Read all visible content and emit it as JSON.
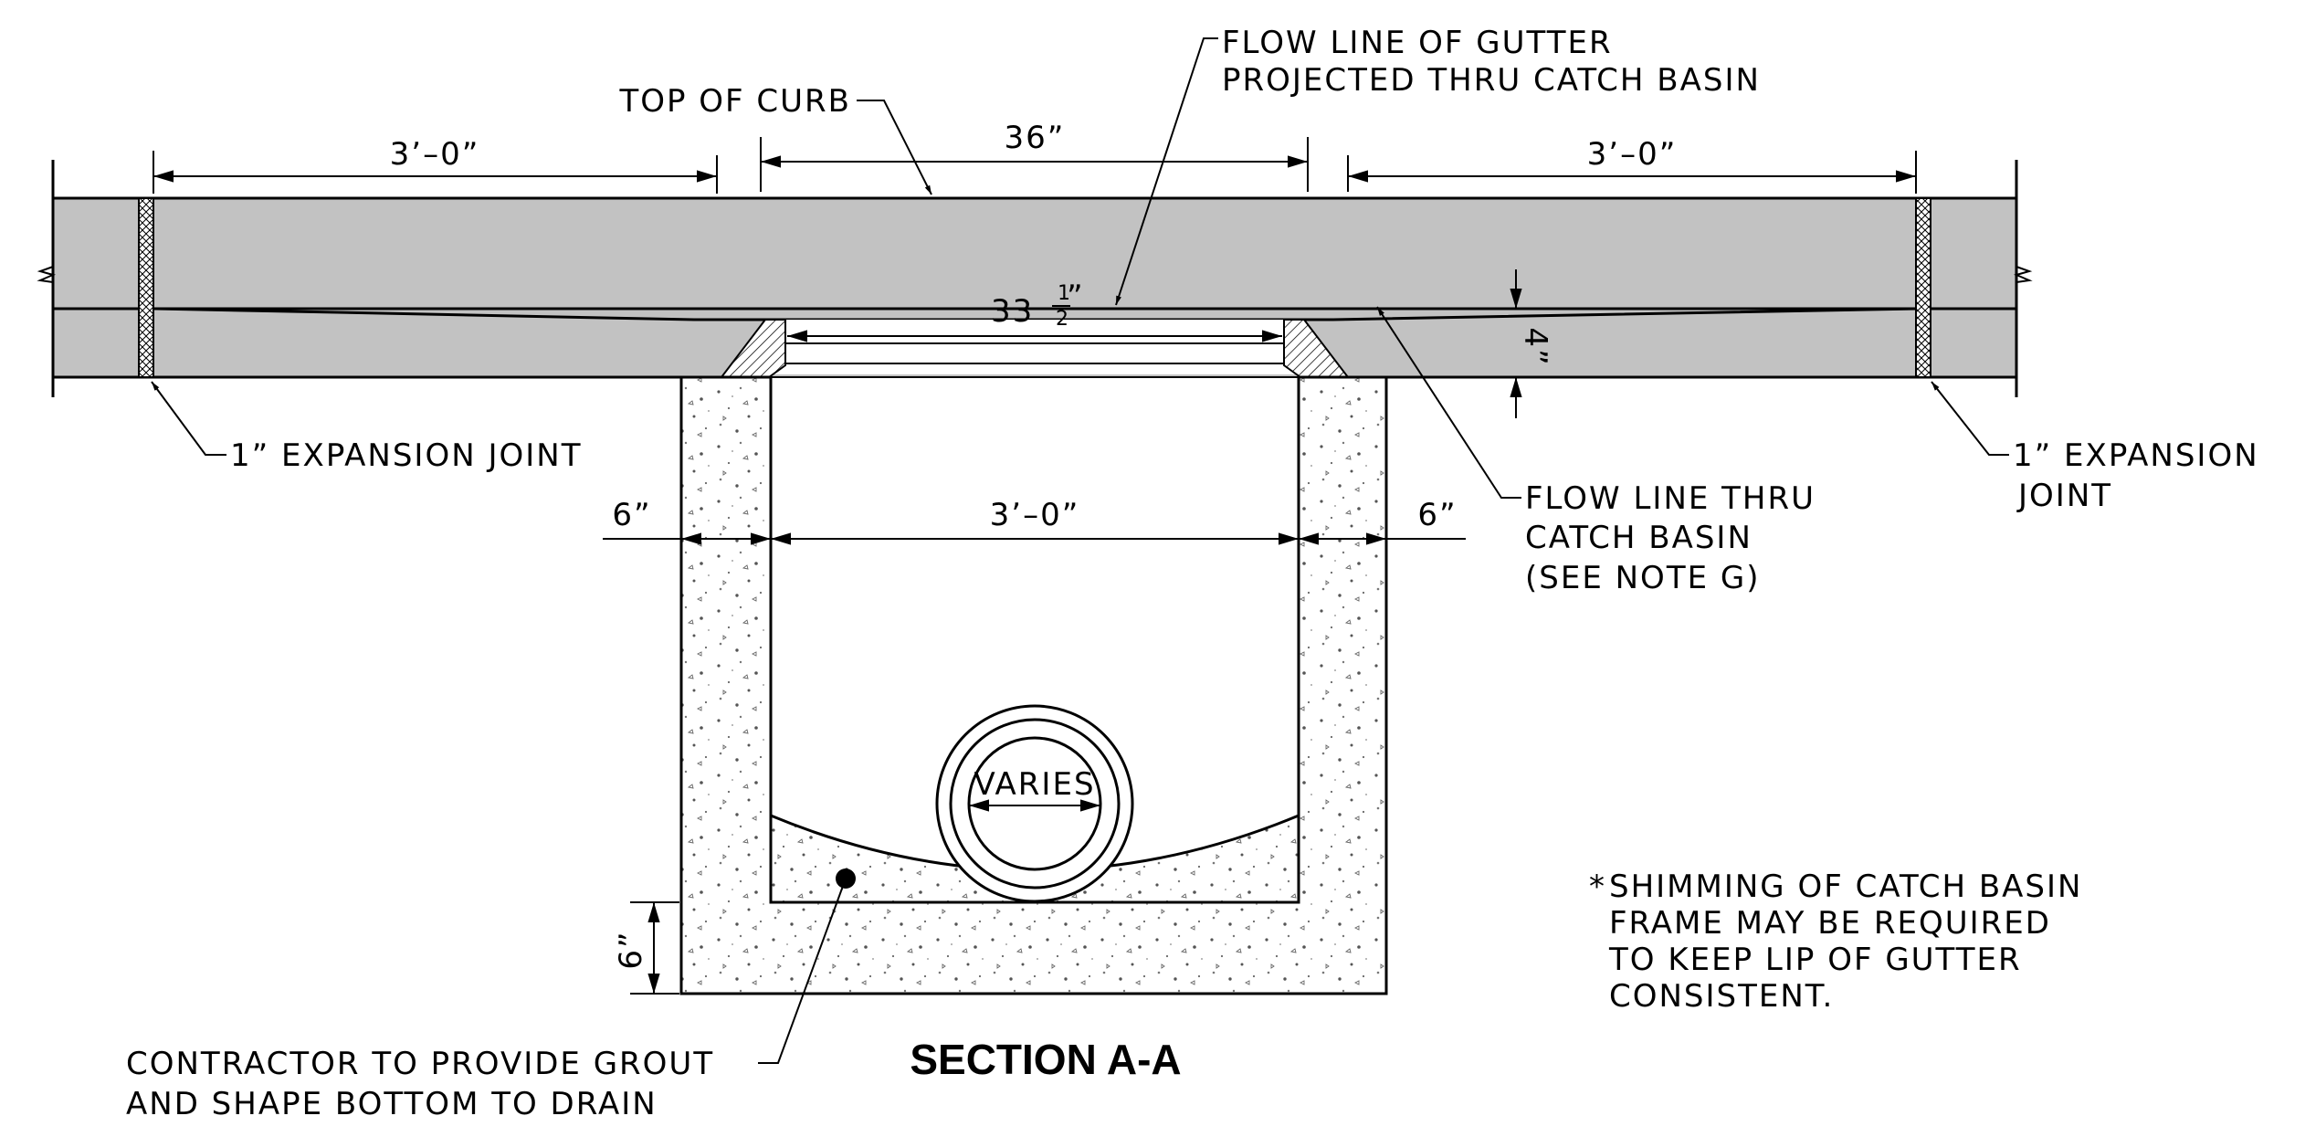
{
  "title": "SECTION A-A",
  "dims": {
    "left_span": "3’–0”",
    "center_span": "36”",
    "right_span": "3’–0”",
    "inner_span": "33",
    "inner_frac_num": "1",
    "inner_frac_den": "2",
    "inner_frac_mark": "”",
    "gutter_depth": "4”",
    "left_wall": "6”",
    "basin_width": "3’–0”",
    "right_wall": "6”",
    "floor_thickness": "6”",
    "pipe": "VARIES"
  },
  "labels": {
    "top_of_curb": "TOP OF CURB",
    "flow_line_gutter_1": "FLOW LINE OF GUTTER",
    "flow_line_gutter_2": "PROJECTED THRU CATCH BASIN",
    "expansion_left": "1” EXPANSION JOINT",
    "expansion_right_1": "1” EXPANSION",
    "expansion_right_2": "JOINT",
    "flow_thru_1": "FLOW LINE THRU",
    "flow_thru_2": "CATCH BASIN",
    "flow_thru_3": "(SEE NOTE G)",
    "grout_1": "CONTRACTOR TO PROVIDE GROUT",
    "grout_2": "AND SHAPE BOTTOM TO DRAIN"
  },
  "note": {
    "star": "*",
    "line1": "SHIMMING OF CATCH BASIN",
    "line2": "FRAME MAY BE REQUIRED",
    "line3": "TO KEEP LIP OF GUTTER",
    "line4": "CONSISTENT."
  },
  "colors": {
    "slab": "#c2c2c2",
    "line": "#000000",
    "concrete_speck": "#555555"
  }
}
